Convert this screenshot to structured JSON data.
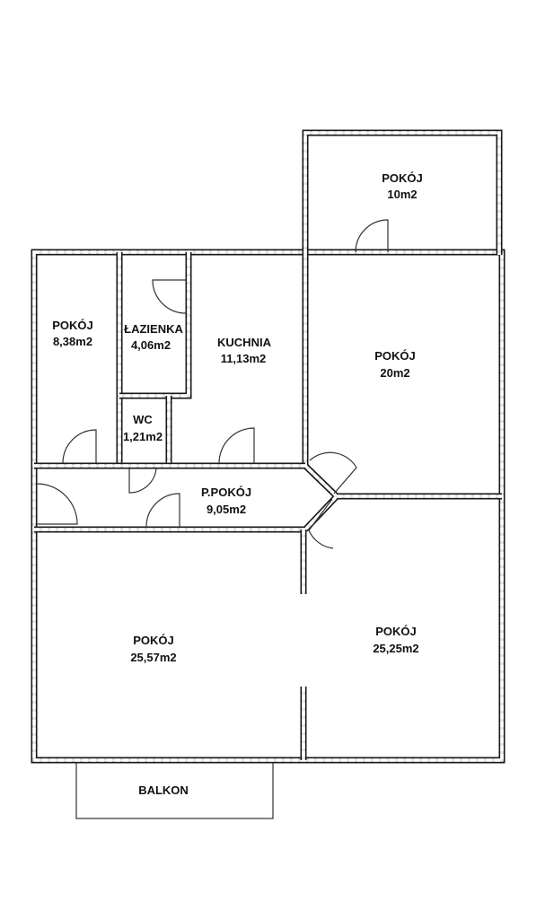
{
  "rooms": [
    {
      "name": "POKÓJ",
      "area": "10m2"
    },
    {
      "name": "POKÓJ",
      "area": "8,38m2"
    },
    {
      "name": "ŁAZIENKA",
      "area": "4,06m2"
    },
    {
      "name": "KUCHNIA",
      "area": "11,13m2"
    },
    {
      "name": "POKÓJ",
      "area": "20m2"
    },
    {
      "name": "WC",
      "area": "1,21m2"
    },
    {
      "name": "P.POKÓJ",
      "area": "9,05m2"
    },
    {
      "name": "POKÓJ",
      "area": "25,57m2"
    },
    {
      "name": "POKÓJ",
      "area": "25,25m2"
    }
  ],
  "balcony": {
    "name": "BALKON"
  }
}
